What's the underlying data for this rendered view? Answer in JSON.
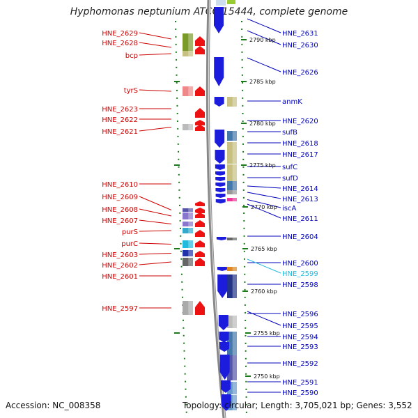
{
  "title": "Hyphomonas neptunium ATCC 15444, complete genome",
  "accession": "Accession: NC_008358",
  "topology": "Topology: circular; Length: 3,705,021 bp; Genes: 3,552",
  "colors": {
    "left_label": "#cc0000",
    "right_label": "#0000bb",
    "highlight_label": "#22bbdd",
    "forward_gene": "#ee1111",
    "reverse_gene": "#1c1cdd",
    "backbone": "#888888",
    "tick": "#1a7a1a"
  },
  "left_genes": [
    {
      "name": "HNE_2629",
      "block_color": "#7a9a2a"
    },
    {
      "name": "HNE_2628",
      "block_color": "#7a9a2a"
    },
    {
      "name": "bcp",
      "block_color": "#c8c080"
    },
    {
      "name": "tyrS",
      "block_color": "#ee8888"
    },
    {
      "name": "HNE_2623",
      "block_color": ""
    },
    {
      "name": "HNE_2622",
      "block_color": ""
    },
    {
      "name": "HNE_2621",
      "block_color": "#bbbbbb"
    },
    {
      "name": "HNE_2610",
      "block_color": ""
    },
    {
      "name": "HNE_2609",
      "block_color": "#5555aa"
    },
    {
      "name": "HNE_2608",
      "block_color": "#8877cc"
    },
    {
      "name": "HNE_2607",
      "block_color": "#8877cc"
    },
    {
      "name": "purS",
      "block_color": "#33aacc"
    },
    {
      "name": "purC",
      "block_color": "#22bbdd"
    },
    {
      "name": "HNE_2603",
      "block_color": "#2233aa"
    },
    {
      "name": "HNE_2602",
      "block_color": "#666666"
    },
    {
      "name": "HNE_2601",
      "block_color": "#666666"
    },
    {
      "name": "HNE_2597",
      "block_color": "#aaaaaa"
    }
  ],
  "right_genes": [
    {
      "name": "HNE_2631",
      "block_color": ""
    },
    {
      "name": "HNE_2630",
      "block_color": ""
    },
    {
      "name": "HNE_2626",
      "block_color": ""
    },
    {
      "name": "anmK",
      "block_color": "#c8c080"
    },
    {
      "name": "HNE_2620",
      "block_color": "#4477aa"
    },
    {
      "name": "sufB",
      "block_color": "#c8c080"
    },
    {
      "name": "HNE_2618",
      "block_color": "#c8c080"
    },
    {
      "name": "HNE_2617",
      "block_color": "#c8c080"
    },
    {
      "name": "sufC",
      "block_color": "#c8c080"
    },
    {
      "name": "sufD",
      "block_color": "#c8c080"
    },
    {
      "name": "HNE_2614",
      "block_color": "#4477aa"
    },
    {
      "name": "HNE_2613",
      "block_color": "#999999"
    },
    {
      "name": "iscA",
      "block_color": "#ee3399"
    },
    {
      "name": "HNE_2611",
      "block_color": ""
    },
    {
      "name": "HNE_2604",
      "block_color": "#666666"
    },
    {
      "name": "HNE_2600",
      "block_color": "#dd8822"
    },
    {
      "name": "HNE_2599",
      "block_color": ""
    },
    {
      "name": "HNE_2598",
      "block_color": "#223388"
    },
    {
      "name": "HNE_2596",
      "block_color": "#bbbbbb"
    },
    {
      "name": "HNE_2595",
      "block_color": ""
    },
    {
      "name": "HNE_2594",
      "block_color": "#4477aa"
    },
    {
      "name": "HNE_2593",
      "block_color": "#4477aa"
    },
    {
      "name": "HNE_2592",
      "block_color": "#5555aa"
    },
    {
      "name": "HNE_2591",
      "block_color": "#6699cc"
    },
    {
      "name": "HNE_2590",
      "block_color": "#6699cc"
    }
  ],
  "kbp_marks": [
    "2790 kbp",
    "2785 kbp",
    "2780 kbp",
    "2775 kbp",
    "2770 kbp",
    "2765 kbp",
    "2760 kbp",
    "2755 kbp",
    "2750 kbp"
  ]
}
